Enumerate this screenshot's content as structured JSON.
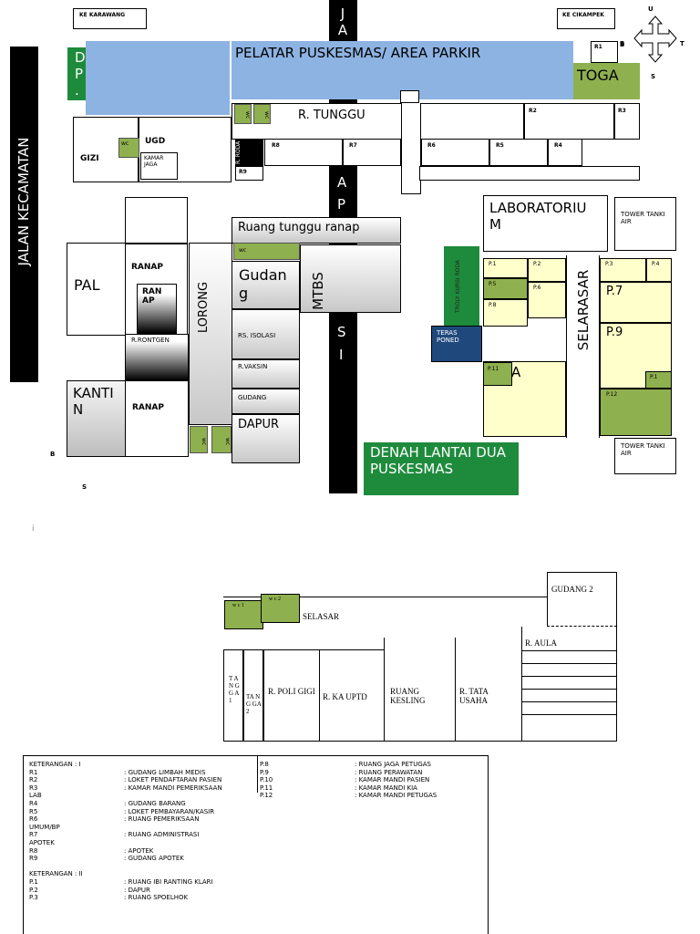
{
  "top": {
    "road_karawang": "KE KARAWANG",
    "road_cikampek": "KE CIKAMPEK",
    "road_kecamatan": "JALAN KECAMATAN",
    "center_road_top": "J A",
    "compass": {
      "north": "U",
      "south": "S",
      "west": "B",
      "east": "T"
    },
    "parking": "PELATAR PUSKESMAS/ AREA PARKIR",
    "toga": "TOGA",
    "dp": "D P .",
    "r_tunggu": "R. TUNGGU",
    "wc": "wc",
    "gizi": "GIZI",
    "ugd": "UGD",
    "kamar_jaga": "KAMAR JAGA",
    "r_roda": "R. RODA",
    "r1": "R1",
    "r2": "R2",
    "r3": "R3",
    "r4": "R4",
    "r5": "R5",
    "r6": "R6",
    "r7": "R7",
    "r8": "R8",
    "r9": "R9",
    "road_mid_letters": [
      "A",
      "P",
      "S",
      "I"
    ],
    "ruang_tunggu_ranap": "Ruang tunggu ranap",
    "gudang_big": "Gudan g",
    "mtbs": "MTBS",
    "rs_isolasi": "RS. ISOLASI",
    "r_vaksin": "R.VAKSIN",
    "gudang_small": "GUDANG",
    "dapur": "DAPUR",
    "pal": "PAL",
    "ranap": "RANAP",
    "ranap2": "RAN AP",
    "r_rontgen": "R.RONTGEN",
    "lorong": "LORONG",
    "kantin": "KANTI N",
    "ranap3": "RANAP",
    "laboratorium": "LABORATORIU M",
    "tower_air": "TOWER TANKI AIR",
    "troly": "TROLY KURSI RODA",
    "teras_poned": "TERAS PONED",
    "selarasar": "SELARASAR",
    "p1": "P.1",
    "p2": "P.2",
    "p3": "P.3",
    "p4": "P.4",
    "p5": "P.5",
    "p6": "P.6",
    "p7": "P.7",
    "p8": "P.8",
    "p9": "P.9",
    "p11": "P.11",
    "p1b": "P.1",
    "p12": "P.12",
    "a_letter": "A",
    "bottom_b": "B",
    "bottom_s": "S",
    "title_box": "DENAH LANTAI DUA PUSKESMAS",
    "stray_mark": "i"
  },
  "floor2": {
    "gudang2": "GUDANG 2",
    "wc1": "w c 1",
    "wc2": "w c 2",
    "selasar": "SELASAR",
    "r_aula": "R. AULA",
    "tangga1": "T A N G G A 1",
    "tangga2": "TA N G GA 2",
    "r_poli_gigi": "R. POLI GIGI",
    "r_ka_uptd": "R. KA UPTD",
    "ruang_kesling": "RUANG KESLING",
    "r_tata_usaha": "R. TATA USAHA"
  },
  "legend": {
    "left": [
      [
        "KETERANGAN  :  I",
        ""
      ],
      [
        "R1",
        ": GUDANG LIMBAH MEDIS"
      ],
      [
        "R2",
        ": LOKET PENDAFTARAN PASIEN"
      ],
      [
        "R3",
        ": KAMAR MANDI PEMERIKSAAN"
      ],
      [
        "LAB",
        ""
      ],
      [
        "R4",
        ": GUDANG BARANG"
      ],
      [
        "R5",
        ": LOKET PEMBAYARAN/KASIR"
      ],
      [
        "R6",
        ": RUANG PEMERIKSAAN"
      ],
      [
        "UMUM/BP",
        ""
      ],
      [
        "R7",
        ": RUANG ADMINISTRASI"
      ],
      [
        "APOTEK",
        ""
      ],
      [
        "R8",
        ": APOTEK"
      ],
      [
        "R9",
        ": GUDANG APOTEK"
      ],
      [
        "",
        ""
      ],
      [
        "KETERANGAN : II",
        ""
      ],
      [
        "P.1",
        ": RUANG IBI RANTING KLARI"
      ],
      [
        "P.2",
        ": DAPUR"
      ],
      [
        "P.3",
        ": RUANG SPOELHOK"
      ]
    ],
    "right": [
      [
        "P.8",
        ": RUANG JAGA PETUGAS"
      ],
      [
        "P.9",
        ": RUANG PERAWATAN"
      ],
      [
        "P.10",
        ": KAMAR MANDI PASIEN"
      ],
      [
        "P.11",
        ": KAMAR MANDI KIA"
      ],
      [
        "P.12",
        ": KAMAR MANDI PETUGAS"
      ]
    ]
  }
}
